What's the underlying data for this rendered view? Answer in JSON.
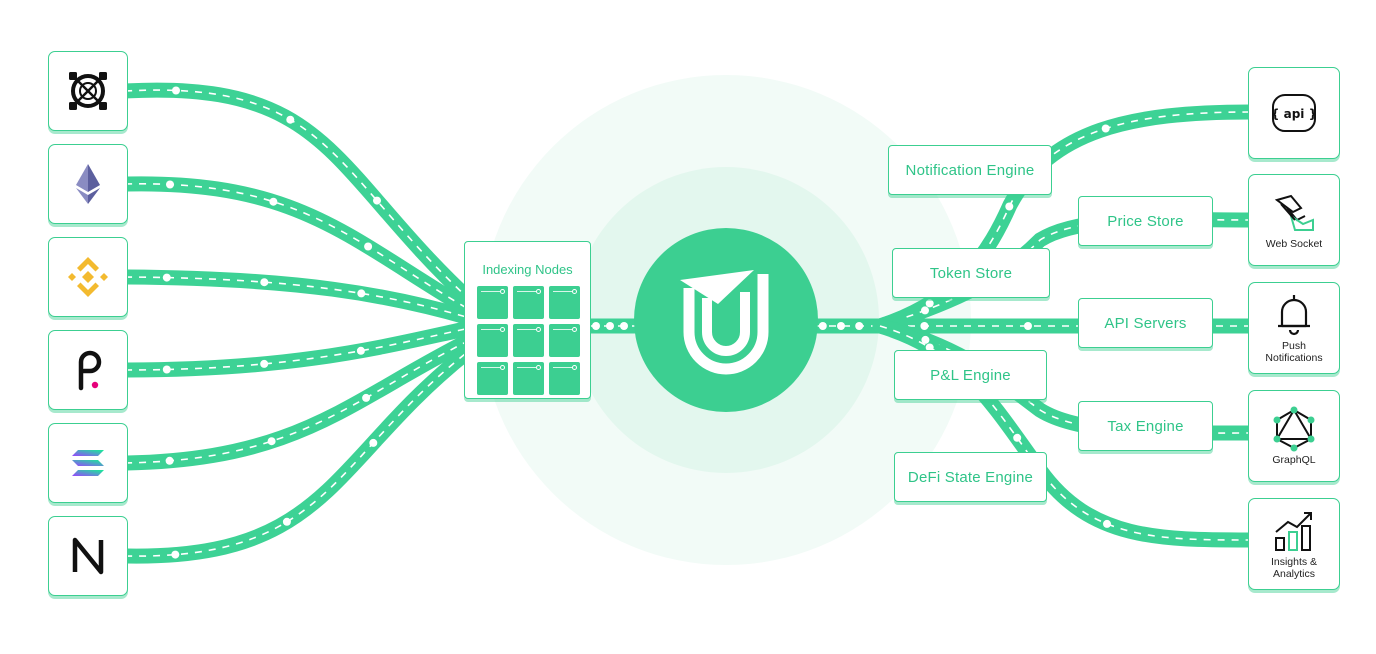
{
  "indexing": {
    "title": "Indexing Nodes"
  },
  "sources": [
    {
      "icon": "elrond-logo-icon"
    },
    {
      "icon": "ethereum-logo-icon"
    },
    {
      "icon": "binance-logo-icon"
    },
    {
      "icon": "polkadot-logo-icon"
    },
    {
      "icon": "solana-logo-icon"
    },
    {
      "icon": "near-logo-icon"
    }
  ],
  "engines": {
    "notification": "Notification Engine",
    "token_store": "Token Store",
    "price_store": "Price Store",
    "api_servers": "API Servers",
    "pnl": "P&L Engine",
    "tax": "Tax Engine",
    "defi_state": "DeFi State Engine"
  },
  "outputs": {
    "api": {
      "icon_text": "{ api }"
    },
    "web_socket": {
      "label": "Web Socket"
    },
    "push": {
      "label_1": "Push",
      "label_2": "Notifications"
    },
    "graphql": {
      "label": "GraphQL"
    },
    "insights": {
      "label_1": "Insights &",
      "label_2": "Analytics"
    }
  },
  "colors": {
    "accent": "#3ccf91",
    "accent_text": "#2fc488",
    "halo_outer": "#f2fbf7",
    "halo_inner": "#e3f7ee",
    "line": "#3dd295"
  }
}
